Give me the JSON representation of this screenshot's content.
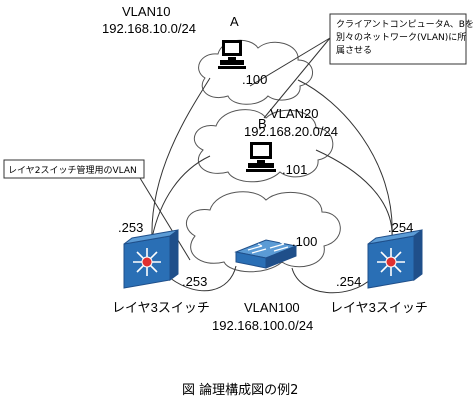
{
  "vlan10": {
    "name": "VLAN10",
    "subnet": "192.168.10.0/24",
    "host_label": "A",
    "host_ip": ".100"
  },
  "vlan20": {
    "name": "VLAN20",
    "subnet": "192.168.20.0/24",
    "host_label": "B",
    "host_ip": ".101"
  },
  "vlan100": {
    "name": "VLAN100",
    "subnet": "192.168.100.0/24",
    "switch_ip": ".100"
  },
  "l3_left": {
    "label": "レイヤ3スイッチ",
    "ip_top": ".253",
    "ip_bottom": ".253"
  },
  "l3_right": {
    "label": "レイヤ3スイッチ",
    "ip_top": ".254",
    "ip_bottom": ".254"
  },
  "callout_top": {
    "line1": "クライアントコンピュータA、Bを",
    "line2": "別々のネットワーク(VLAN)に所",
    "line3": "属させる"
  },
  "callout_left": {
    "text": "レイヤ2スイッチ管理用のVLAN"
  },
  "caption": "図 論理構成図の例2",
  "colors": {
    "cloud_fill": "#ffffff",
    "cloud_stroke": "#555555",
    "switch_blue": "#2a6fb5",
    "switch_blue_dark": "#1f4f8a",
    "switch_red": "#e03030"
  }
}
